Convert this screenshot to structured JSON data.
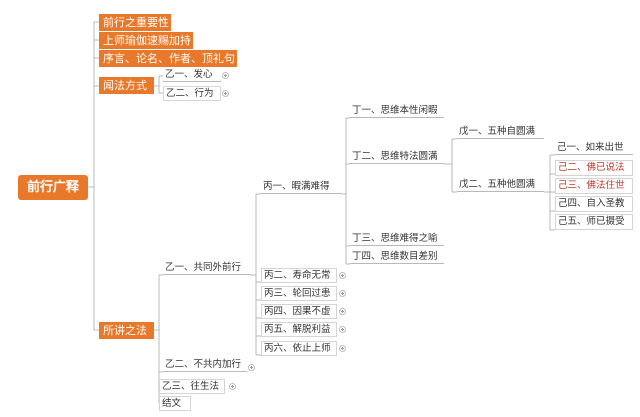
{
  "root": "前行广释",
  "sections": {
    "importance": "前行之重要性",
    "blessing": "上师瑜伽速赐加持",
    "preface": "序言、论名、作者、顶礼句",
    "method": "闻法方式",
    "content": "所讲之法"
  },
  "method": {
    "yi1": "乙一、发心",
    "yi2": "乙二、行为"
  },
  "content": {
    "yi1": "乙一、共同外前行",
    "yi2": "乙二、不共内加行",
    "yi3": "乙三、往生法",
    "end": "结文"
  },
  "outer": {
    "bing1": "丙一、暇满难得",
    "bing2": "丙二、寿命无常",
    "bing3": "丙三、轮回过患",
    "bing4": "丙四、因果不虚",
    "bing5": "丙五、解脱利益",
    "bing6": "丙六、依止上师"
  },
  "leisure": {
    "ding1": "丁一、思维本性闲暇",
    "ding2": "丁二、思维特法圆满",
    "ding3": "丁三、思维难得之喻",
    "ding4": "丁四、思维数目差别"
  },
  "endowments": {
    "wu1": "戊一、五种自圆满",
    "wu2": "戊二、五种他圆满"
  },
  "others": {
    "ji1": "己一、如来出世",
    "ji2": "己二、佛已说法",
    "ji3": "己三、佛法住世",
    "ji4": "己四、自入圣教",
    "ji5": "己五、师已摄受"
  },
  "colors": {
    "accent": "#e8782a",
    "line": "#b8b8b8",
    "highlight_text": "#c0392b"
  }
}
